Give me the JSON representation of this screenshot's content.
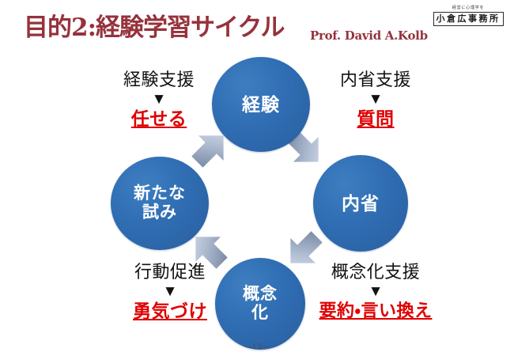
{
  "slide": {
    "title": "目的2:経験学習サイクル",
    "credit": "Prof. David A.Kolb",
    "page_number": "―13―",
    "title_color": "#96323C",
    "node_color": "#2F6CB2",
    "action_color": "#E00000"
  },
  "logo": {
    "tagline": "経営に心理学を",
    "name": "小倉広事務所"
  },
  "cycle": {
    "nodes": [
      {
        "id": "experience",
        "label_line1": "経験",
        "label_line2": ""
      },
      {
        "id": "reflection",
        "label_line1": "内省",
        "label_line2": ""
      },
      {
        "id": "conceptualize",
        "label_line1": "概念",
        "label_line2": "化"
      },
      {
        "id": "new_attempt",
        "label_line1": "新たな",
        "label_line2": "試み"
      }
    ],
    "arrows": [
      {
        "id": "experience-to-reflection",
        "direction": "down-right"
      },
      {
        "id": "reflection-to-conceptualize",
        "direction": "down-left"
      },
      {
        "id": "conceptualize-to-new",
        "direction": "up-left"
      },
      {
        "id": "new-to-experience",
        "direction": "up-right"
      }
    ]
  },
  "labels": {
    "experience_support": {
      "heading": "経験支援",
      "caret": "▼",
      "action": "任せる"
    },
    "reflection_support": {
      "heading": "内省支援",
      "caret": "▼",
      "action": "質問"
    },
    "conceptualize_support": {
      "heading": "概念化支援",
      "caret": "▼",
      "action": "要約・言い換え"
    },
    "action_support": {
      "heading": "行動促進",
      "caret": "▼",
      "action": "勇気づけ"
    }
  }
}
